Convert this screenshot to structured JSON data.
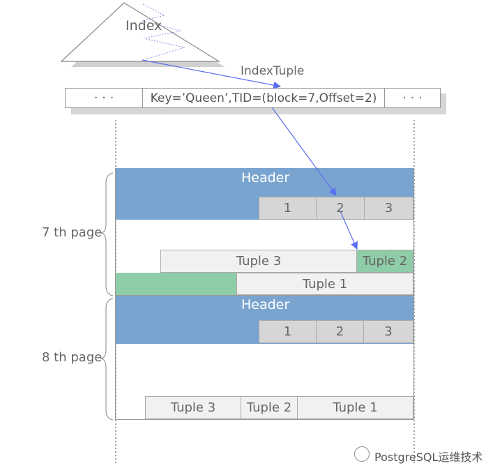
{
  "index": {
    "label": "Index"
  },
  "index_tuple": {
    "caption": "IndexTuple",
    "left_ellipsis": "· · ·",
    "key_text": "Key=’Queen’,TID=(block=7,Offset=2)",
    "right_ellipsis": "· · ·"
  },
  "page7": {
    "label": "7 th page",
    "header": "Header",
    "line_pointers": [
      "1",
      "2",
      "3"
    ],
    "tuple3": "Tuple 3",
    "tuple2": "Tuple  2",
    "tuple1": "Tuple 1"
  },
  "page8": {
    "label": "8 th page",
    "header": "Header",
    "line_pointers": [
      "1",
      "2",
      "3"
    ],
    "tuple3": "Tuple 3",
    "tuple2": "Tuple  2",
    "tuple1": "Tuple 1"
  },
  "watermark": {
    "text": "PostgreSQL运维技术"
  },
  "colors": {
    "header": "#7aa4d0",
    "tuple_target": "#8fcca8",
    "arrow": "#5a6ef0",
    "line_pointer": "#d6d6d6"
  }
}
